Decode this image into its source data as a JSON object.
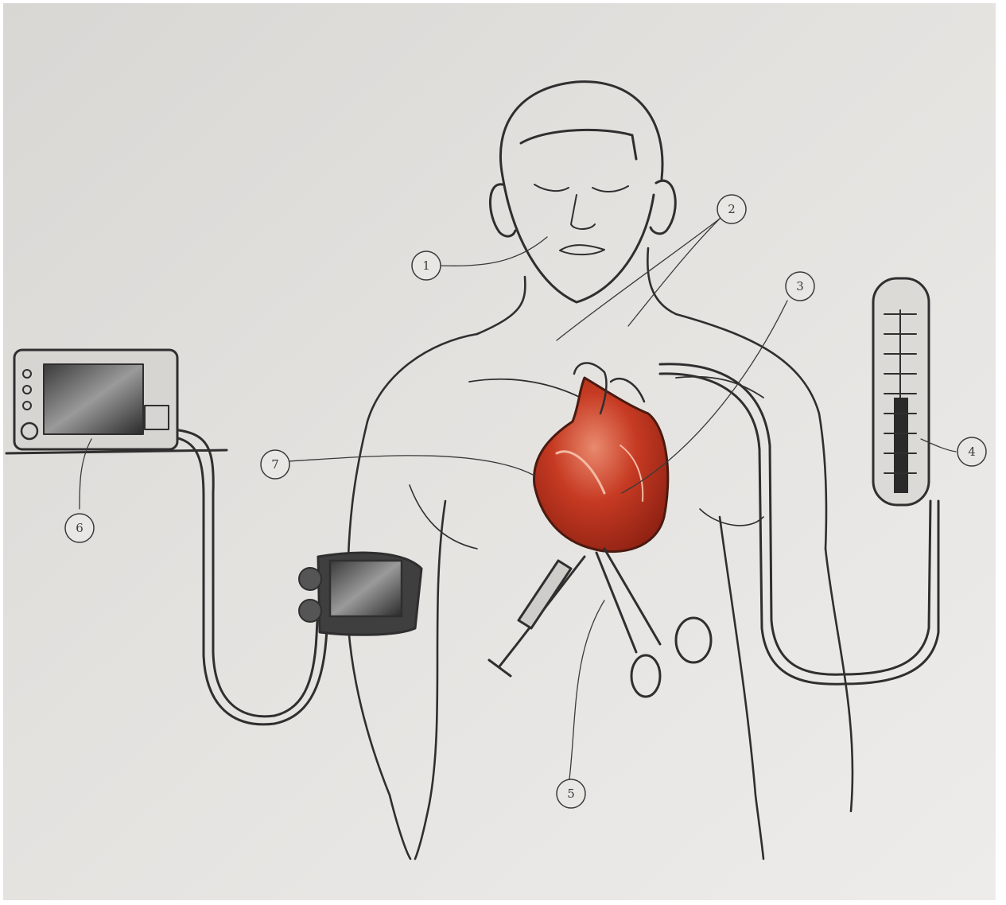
{
  "colors": {
    "paper": "#e3e1de",
    "ink": "#2f2f2f",
    "heart": "#c63a22",
    "heart_highlight": "#e98a6e"
  },
  "callouts": [
    {
      "id": "1",
      "label": "1"
    },
    {
      "id": "2",
      "label": "2"
    },
    {
      "id": "3",
      "label": "3"
    },
    {
      "id": "4",
      "label": "4"
    },
    {
      "id": "5",
      "label": "5"
    },
    {
      "id": "6",
      "label": "6"
    },
    {
      "id": "7",
      "label": "7"
    }
  ]
}
